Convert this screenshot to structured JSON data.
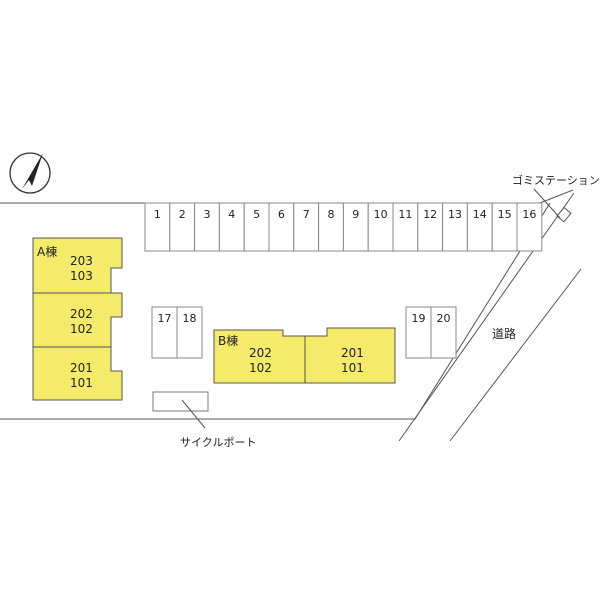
{
  "parking_row": [
    "1",
    "2",
    "3",
    "4",
    "5",
    "6",
    "7",
    "8",
    "9",
    "10",
    "11",
    "12",
    "13",
    "14",
    "15",
    "16"
  ],
  "parking_left": [
    "17",
    "18"
  ],
  "parking_right": [
    "19",
    "20"
  ],
  "building_a": {
    "label": "A棟",
    "units": [
      {
        "upper": "203",
        "lower": "103"
      },
      {
        "upper": "202",
        "lower": "102"
      },
      {
        "upper": "201",
        "lower": "101"
      }
    ]
  },
  "building_b": {
    "label": "B棟",
    "units": [
      {
        "upper": "202",
        "lower": "102"
      },
      {
        "upper": "201",
        "lower": "101"
      }
    ]
  },
  "labels": {
    "garbage_station": "ゴミステーション",
    "road": "道路",
    "bicycle_port": "サイクルポート"
  },
  "colors": {
    "building_fill": "#f5eb6b",
    "outline": "#555555"
  },
  "icons": {
    "north": "north-arrow-icon"
  }
}
